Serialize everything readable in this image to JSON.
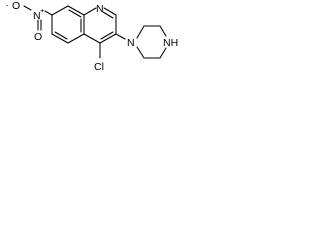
{
  "diagram": {
    "type": "chemical-structure",
    "atoms": {
      "nitro_o_minus": "O",
      "nitro_o_minus_charge": "-",
      "nitro_n": "N",
      "nitro_n_charge": "+",
      "nitro_o": "O",
      "quinoline_n": "N",
      "chlorine": "Cl",
      "piperazine_n1": "N",
      "piperazine_nh": "NH"
    }
  }
}
